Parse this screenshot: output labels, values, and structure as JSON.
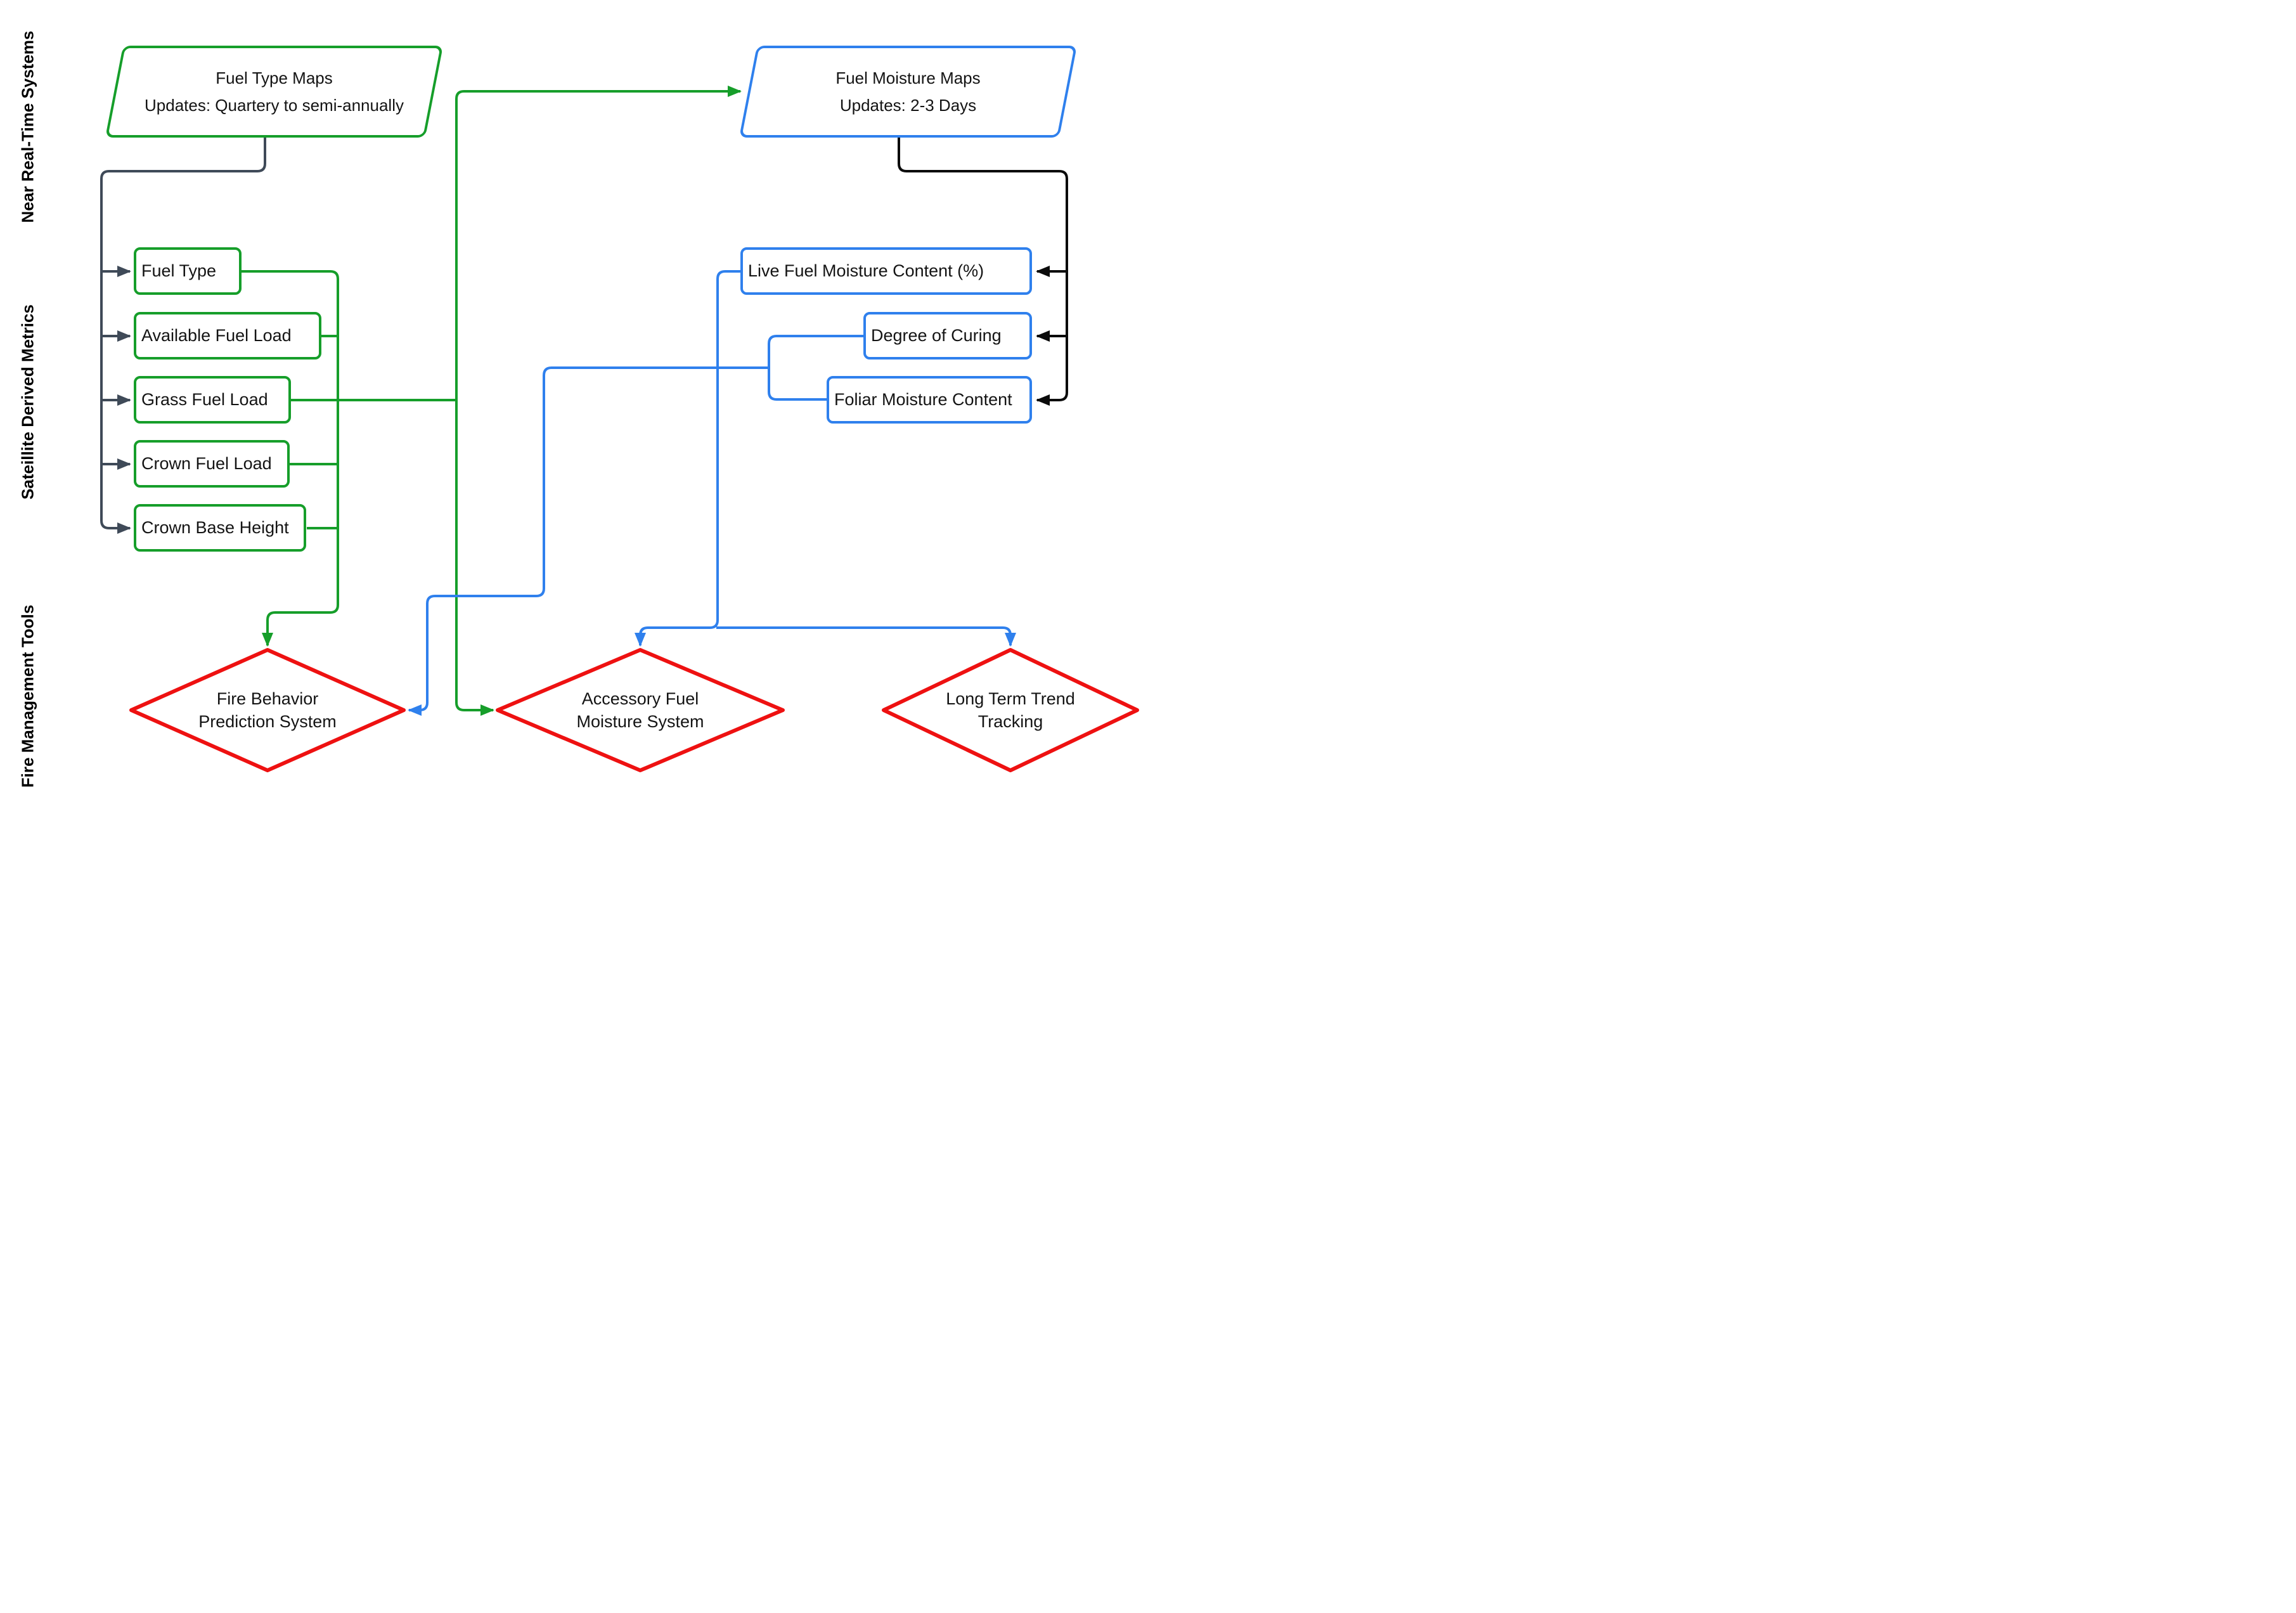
{
  "colors": {
    "green": "#169e2a",
    "blue": "#2f80ed",
    "red": "#ee1111",
    "slate": "#3f4a58",
    "black": "#0b0b0b",
    "ink": "#141414"
  },
  "sections": {
    "near_real_time": "Near Real-Time Systems",
    "satellite_derived": "Sateillite Derived Metrics",
    "fire_management": "Fire Management Tools"
  },
  "sources": {
    "fuel_type_maps": {
      "line1": "Fuel Type Maps",
      "line2": "Updates: Quartery to semi-annually"
    },
    "fuel_moisture_maps": {
      "line1": "Fuel Moisture Maps",
      "line2": "Updates: 2-3 Days"
    }
  },
  "satellite_metrics": {
    "green": [
      "Fuel Type",
      "Available Fuel Load",
      "Grass Fuel Load",
      "Crown Fuel Load",
      "Crown Base Height"
    ],
    "blue": [
      "Live Fuel Moisture Content (%)",
      "Degree of Curing",
      "Foliar Moisture Content"
    ]
  },
  "tools": [
    {
      "line1": "Fire Behavior",
      "line2": "Prediction System"
    },
    {
      "line1": "Accessory Fuel",
      "line2": "Moisture System"
    },
    {
      "line1": "Long Term Trend",
      "line2": "Tracking"
    }
  ]
}
